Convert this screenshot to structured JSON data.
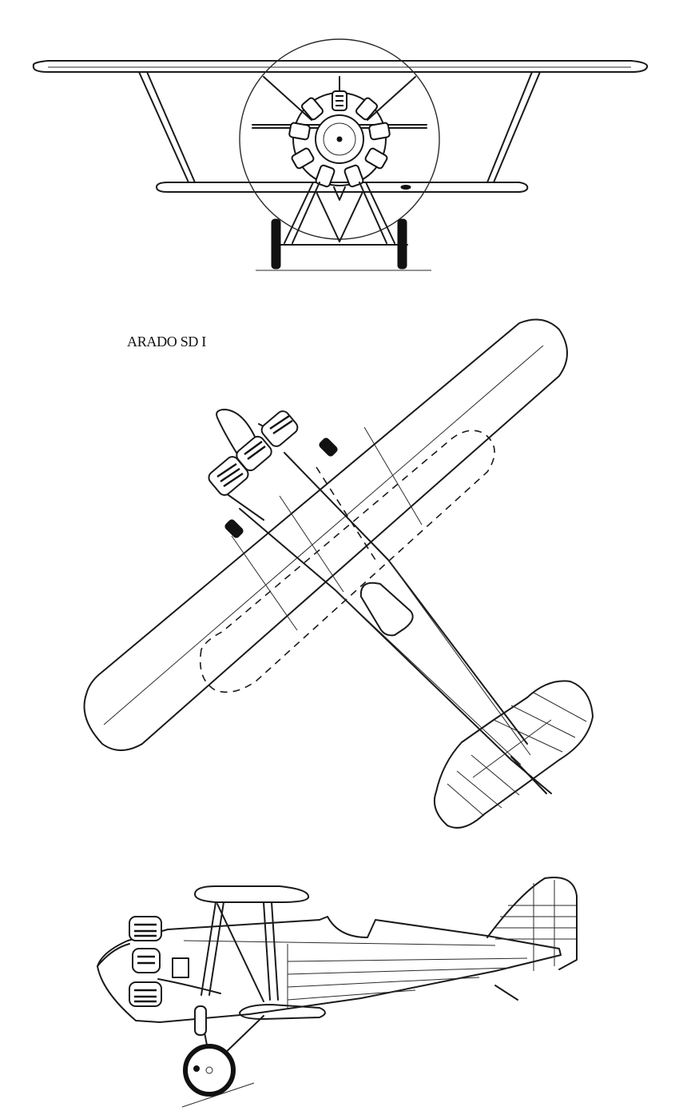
{
  "drawing": {
    "title": "ARADO SD I",
    "views": [
      {
        "name": "front",
        "icon": "front-view-diagram"
      },
      {
        "name": "top",
        "icon": "planform-view-diagram"
      },
      {
        "name": "side",
        "icon": "side-elevation-diagram"
      }
    ],
    "ink_color": "#1a1a1a",
    "paper_color": "#ffffff"
  }
}
